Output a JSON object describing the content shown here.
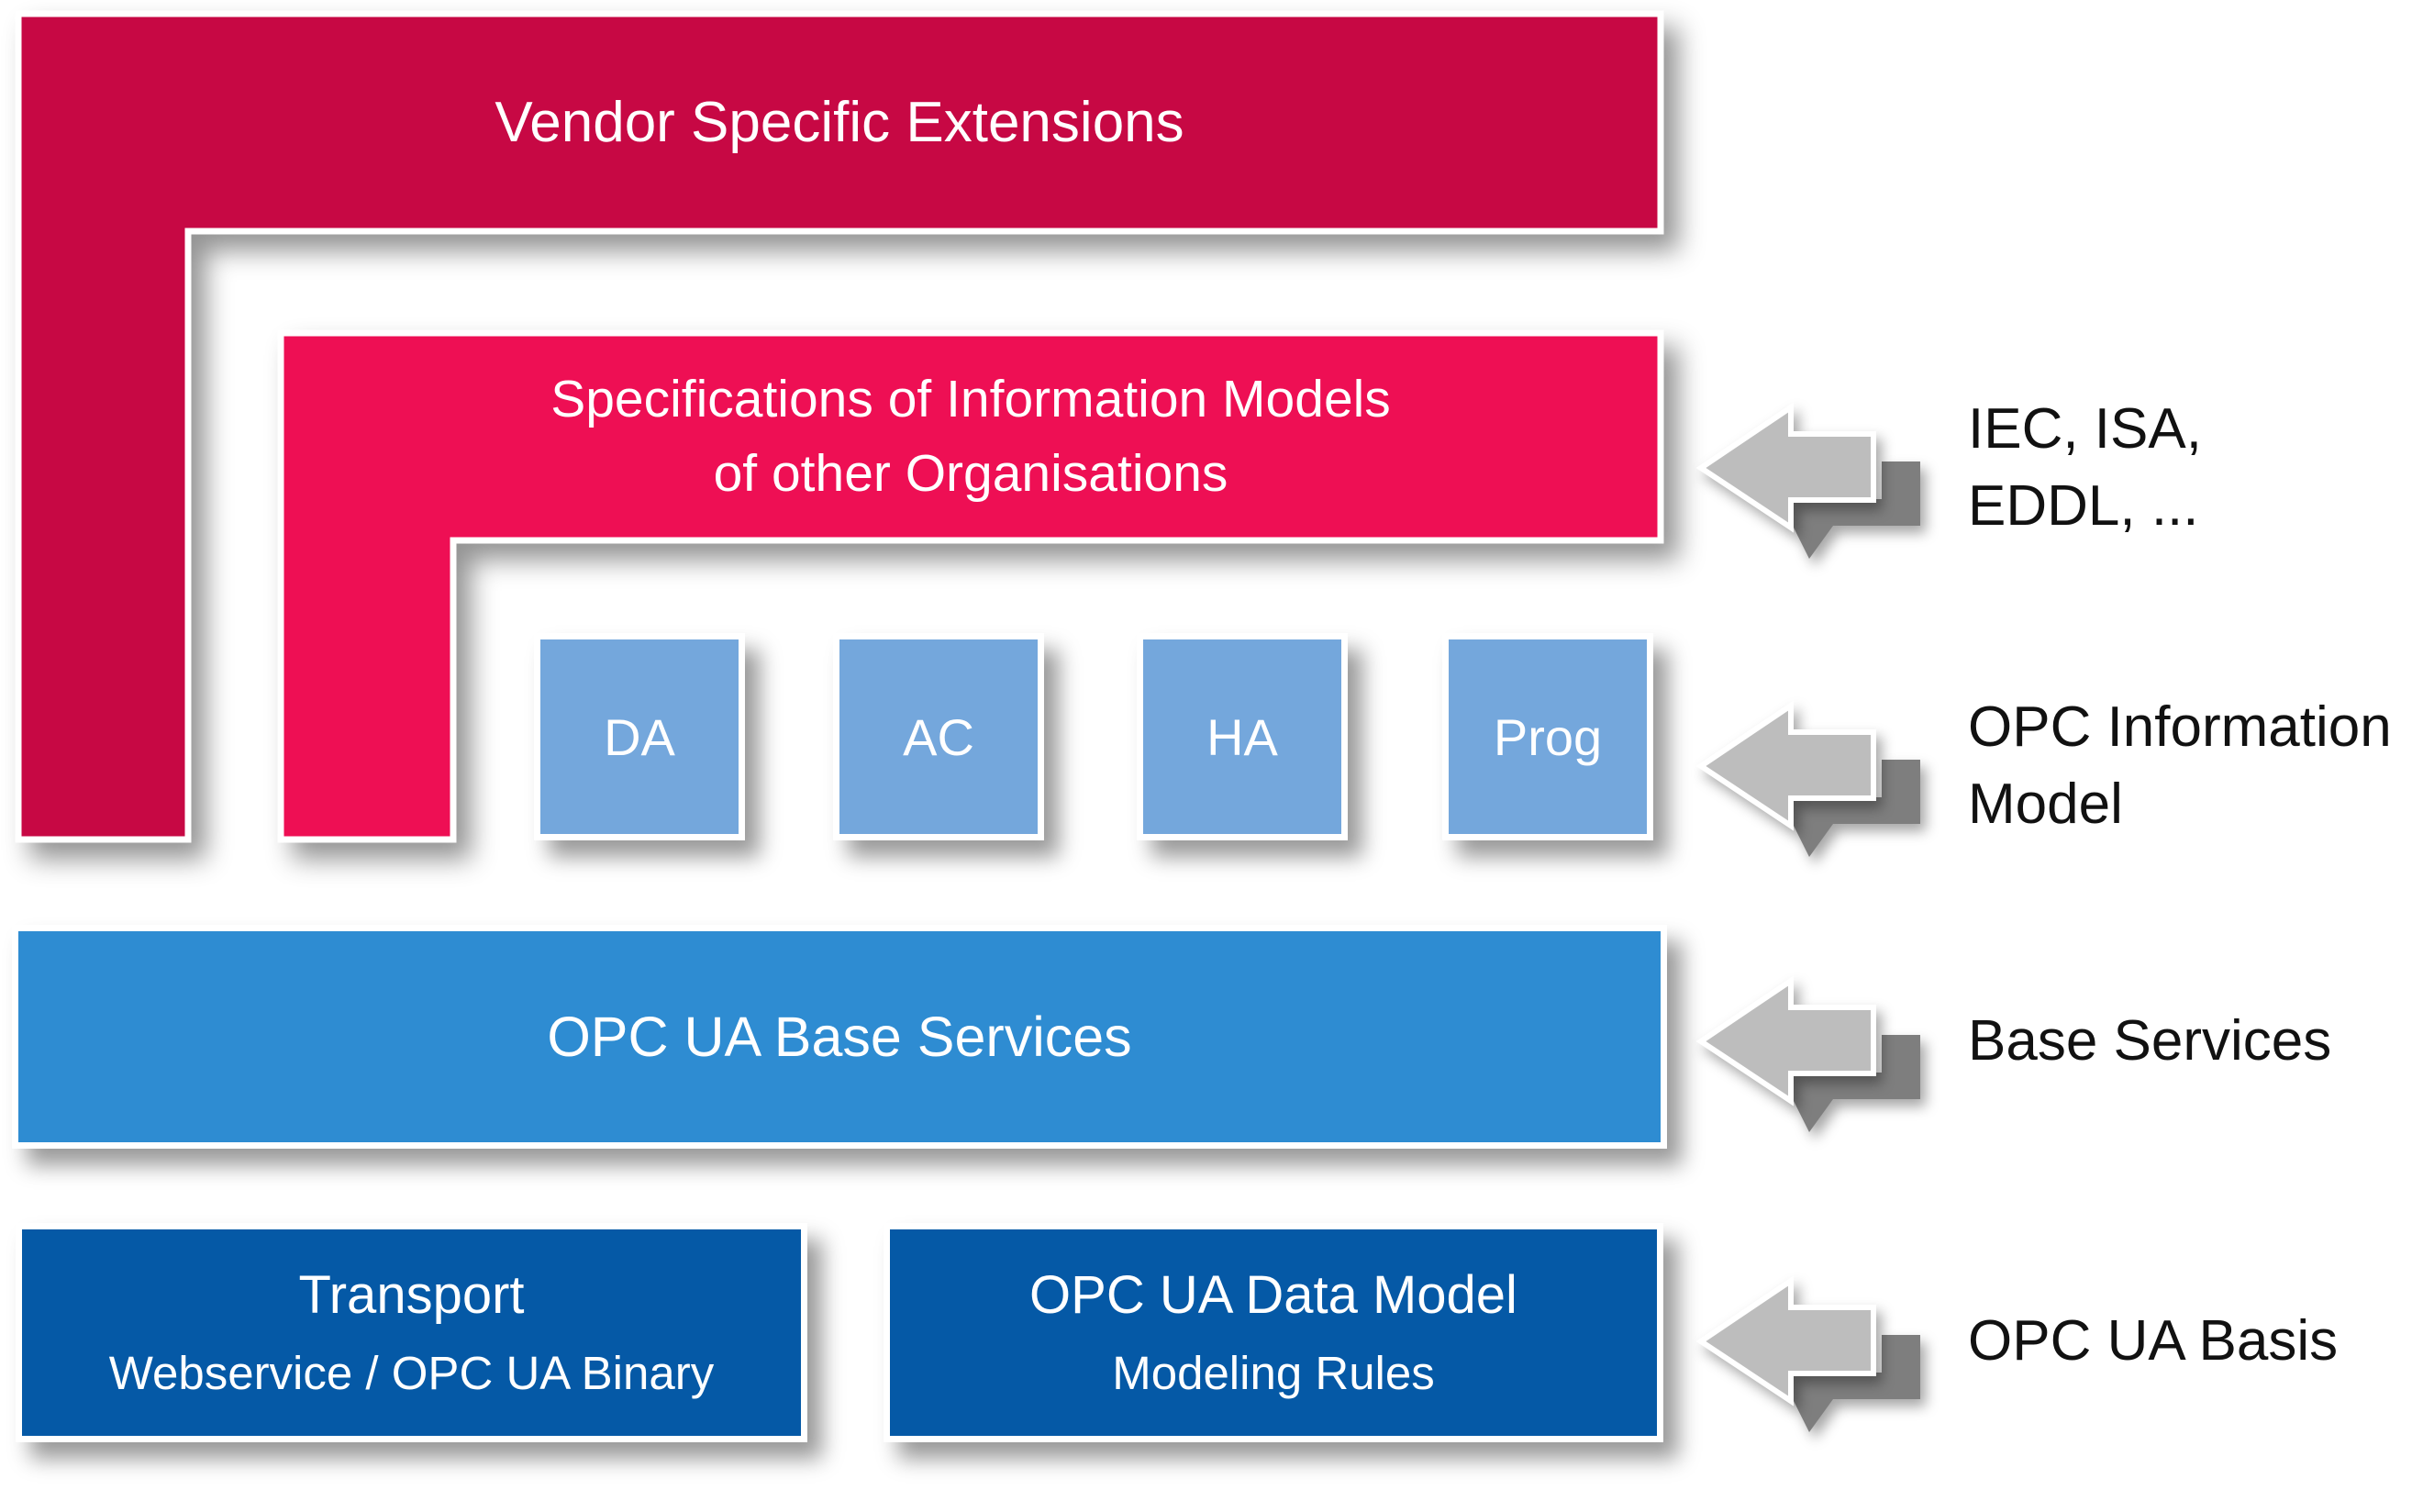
{
  "layers": {
    "vendor": {
      "label": "Vendor Specific Extensions",
      "color": "#C70844"
    },
    "specifications": {
      "label_line1": "Specifications of Information Models",
      "label_line2": "of other Organisations",
      "color": "#EE0F54"
    },
    "information_models": {
      "color": "#74A7DC",
      "items": [
        "DA",
        "AC",
        "HA",
        "Prog"
      ]
    },
    "base_services": {
      "label": "OPC UA Base Services",
      "color": "#2E8CD2"
    },
    "transport": {
      "title": "Transport",
      "subtitle": "Webservice / OPC UA Binary",
      "color": "#0559A6"
    },
    "data_model": {
      "title": "OPC UA Data Model",
      "subtitle": "Modeling Rules",
      "color": "#0559A6"
    }
  },
  "annotations": [
    {
      "line1": "IEC, ISA,",
      "line2": "EDDL, ..."
    },
    {
      "line1": "OPC Information",
      "line2": "Model"
    },
    {
      "line1": "Base Services",
      "line2": ""
    },
    {
      "line1": "OPC UA Basis",
      "line2": ""
    }
  ],
  "arrow_colors": {
    "light": "#BDBDBD",
    "dark": "#7E7E7E"
  }
}
